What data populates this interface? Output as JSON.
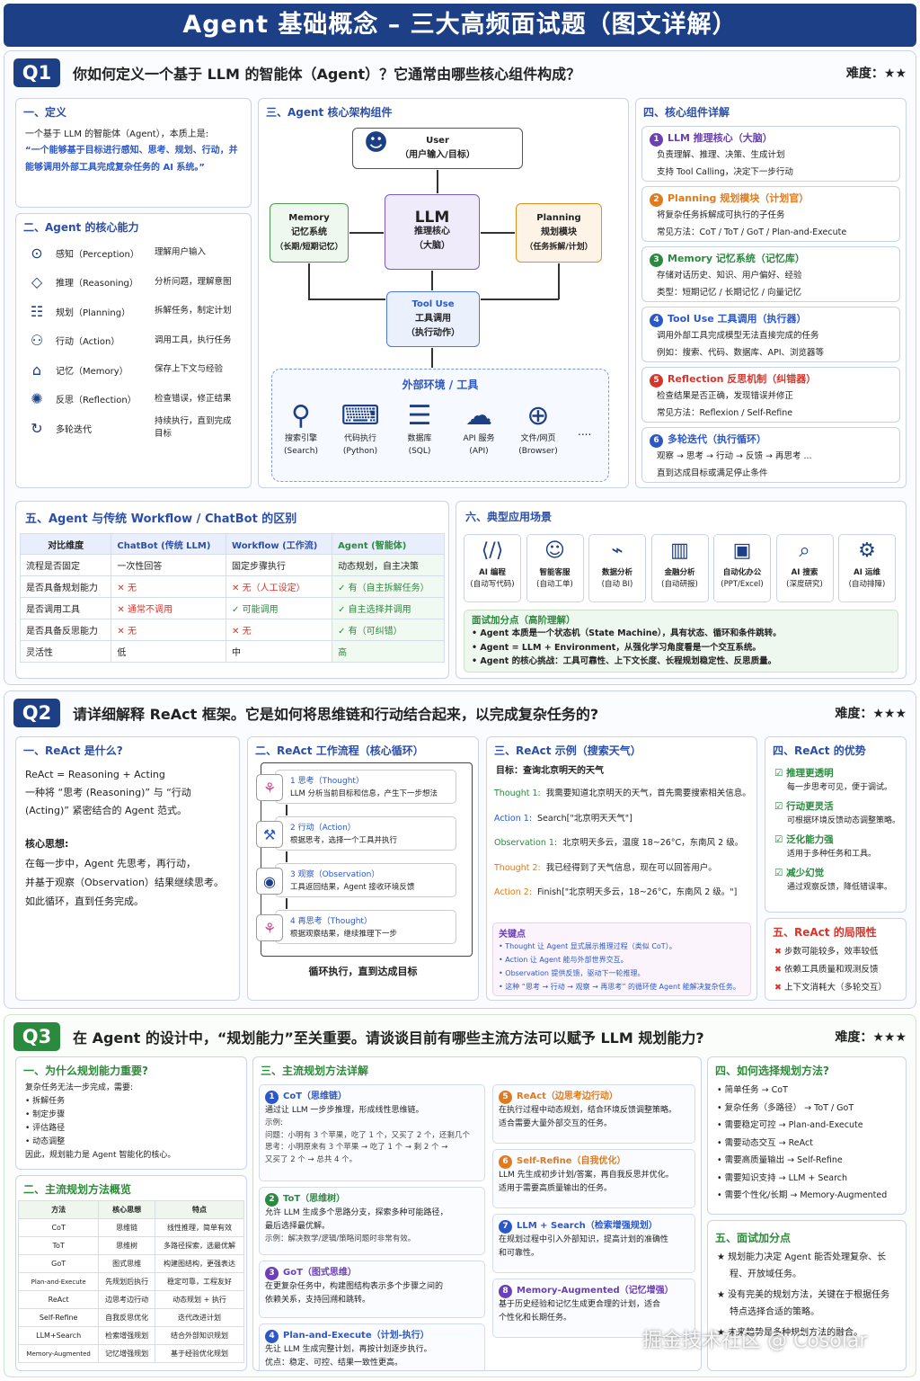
{
  "title": "Agent 基础概念 – 三大高频面试题（图文详解）",
  "colors": {
    "q1": "#1d3f86",
    "q3": "#2a8a3e",
    "accent": "#2b57c9",
    "red": "#d8342a"
  },
  "q1": {
    "badge": "Q1",
    "question": "你如何定义一个基于 LLM 的智能体（Agent）？它通常由哪些核心组件构成？",
    "difficulty": "难度：★★",
    "def": {
      "title": "一、定义",
      "line": "一个基于 LLM 的智能体（Agent），本质上是:",
      "quote": "“一个能够基于目标进行感知、思考、规划、行动，并能够调用外部工具完成复杂任务的 AI 系统。”"
    },
    "caps": {
      "title": "二、Agent 的核心能力",
      "items": [
        {
          "icon": "search-icon",
          "glyph": "⊙",
          "name": "感知（Perception）",
          "desc": "理解用户输入"
        },
        {
          "icon": "reasoning-icon",
          "glyph": "◇",
          "name": "推理（Reasoning）",
          "desc": "分析问题，理解意图"
        },
        {
          "icon": "planning-icon",
          "glyph": "☷",
          "name": "规划（Planning）",
          "desc": "拆解任务，制定计划"
        },
        {
          "icon": "action-icon",
          "glyph": "⚇",
          "name": "行动（Action）",
          "desc": "调用工具，执行任务"
        },
        {
          "icon": "memory-icon",
          "glyph": "⌂",
          "name": "记忆（Memory）",
          "desc": "保存上下文与经验"
        },
        {
          "icon": "reflection-icon",
          "glyph": "✺",
          "name": "反思（Reflection）",
          "desc": "检查错误，修正结果"
        },
        {
          "icon": "loop-icon",
          "glyph": "↻",
          "name": "多轮迭代",
          "desc": "持续执行，直到完成目标"
        }
      ]
    },
    "arch": {
      "title": "三、Agent 核心架构组件",
      "user": "User",
      "user2": "（用户输入/目标）",
      "llm": "LLM",
      "llm2": "推理核心",
      "llm3": "（大脑）",
      "mem": "Memory",
      "mem2": "记忆系统",
      "mem3": "（长期/短期记忆）",
      "plan": "Planning",
      "plan2": "规划模块",
      "plan3": "（任务拆解/计划）",
      "tool": "Tool Use",
      "tool2": "工具调用",
      "tool3": "（执行动作）",
      "env": "外部环境 / 工具",
      "more": "....",
      "tools": [
        {
          "icon": "search-engine-icon",
          "glyph": "⚲",
          "a": "搜索引擎",
          "b": "(Search)"
        },
        {
          "icon": "code-icon",
          "glyph": "⌨",
          "a": "代码执行",
          "b": "(Python)"
        },
        {
          "icon": "database-icon",
          "glyph": "☰",
          "a": "数据库",
          "b": "(SQL)"
        },
        {
          "icon": "cloud-icon",
          "glyph": "☁",
          "a": "API 服务",
          "b": "(API)"
        },
        {
          "icon": "globe-icon",
          "glyph": "⊕",
          "a": "文件/网页",
          "b": "(Browser)"
        }
      ]
    },
    "detail": {
      "title": "四、核心组件详解",
      "items": [
        {
          "n": "1",
          "title": "LLM 推理核心（大脑）",
          "color": "#6b3fb5",
          "l1": "负责理解、推理、决策、生成计划",
          "l2": "支持 Tool Calling，决定下一步行动"
        },
        {
          "n": "2",
          "title": "Planning 规划模块（计划官）",
          "color": "#e07a1f",
          "l1": "将复杂任务拆解成可执行的子任务",
          "l2": "常见方法：CoT / ToT / GoT / Plan-and-Execute"
        },
        {
          "n": "3",
          "title": "Memory 记忆系统（记忆库）",
          "color": "#2a8a3e",
          "l1": "存储对话历史、知识、用户偏好、经验",
          "l2": "类型：短期记忆 / 长期记忆 / 向量记忆"
        },
        {
          "n": "4",
          "title": "Tool Use 工具调用（执行器）",
          "color": "#2b57c9",
          "l1": "调用外部工具完成模型无法直接完成的任务",
          "l2": "例如：搜索、代码、数据库、API、浏览器等"
        },
        {
          "n": "5",
          "title": "Reflection 反思机制（纠错器）",
          "color": "#d8342a",
          "l1": "检查结果是否正确，发现错误并修正",
          "l2": "常见方法：Reflexion / Self-Refine"
        },
        {
          "n": "6",
          "title": "多轮迭代（执行循环）",
          "color": "#2b57c9",
          "l1": "观察 → 思考 → 行动 → 反馈 → 再思考 ...",
          "l2": "直到达成目标或满足停止条件"
        }
      ]
    },
    "cmp": {
      "title": "五、Agent 与传统 Workflow / ChatBot 的区别",
      "head": [
        "对比维度",
        "ChatBot (传统 LLM)",
        "Workflow (工作流)",
        "Agent (智能体)"
      ],
      "rows": [
        [
          "流程是否固定",
          "一次性回答",
          "固定步骤执行",
          "动态规划，自主决策"
        ],
        [
          "是否具备规划能力",
          "✕ 无",
          "✕ 无（人工设定）",
          "✓ 有（自主拆解任务）"
        ],
        [
          "是否调用工具",
          "✕ 通常不调用",
          "✓ 可能调用",
          "✓ 自主选择并调用"
        ],
        [
          "是否具备反思能力",
          "✕ 无",
          "✕ 无",
          "✓ 有（可纠错）"
        ],
        [
          "灵活性",
          "低",
          "中",
          "高"
        ]
      ]
    },
    "apps": {
      "title": "六、典型应用场景",
      "items": [
        {
          "icon": "code-icon",
          "glyph": "⟨/⟩",
          "a": "AI 编程",
          "b": "(自动写代码)"
        },
        {
          "icon": "service-icon",
          "glyph": "☺",
          "a": "智能客服",
          "b": "(自动工单)"
        },
        {
          "icon": "chart-icon",
          "glyph": "⌁",
          "a": "数据分析",
          "b": "(自动 BI)"
        },
        {
          "icon": "finance-icon",
          "glyph": "▥",
          "a": "金融分析",
          "b": "(自动研报)"
        },
        {
          "icon": "office-icon",
          "glyph": "▣",
          "a": "自动化办公",
          "b": "(PPT/Excel)"
        },
        {
          "icon": "ai-search-icon",
          "glyph": "⌕",
          "a": "AI 搜索",
          "b": "(深度研究)"
        },
        {
          "icon": "ops-icon",
          "glyph": "⚙",
          "a": "AI 运维",
          "b": "(自动排障)"
        }
      ],
      "bonus_title": "面试加分点（高阶理解）",
      "bonus": [
        "Agent 本质是一个状态机（State Machine），具有状态、循环和条件跳转。",
        "Agent = LLM + Environment，从强化学习角度看是一个交互系统。",
        "Agent 的核心挑战：工具可靠性、上下文长度、长程规划稳定性、反思质量。"
      ]
    }
  },
  "q2": {
    "badge": "Q2",
    "question": "请详细解释 ReAct 框架。它是如何将思维链和行动结合起来，以完成复杂任务的?",
    "difficulty": "难度：★★★",
    "what": {
      "title": "一、ReAct 是什么?",
      "l1": "ReAct = Reasoning + Acting",
      "l2": "一种将 “思考 (Reasoning)” 与 “行动 (Acting)” 紧密结合的 Agent 范式。",
      "core": "核心思想:",
      "c1": "在每一步中，Agent 先思考，再行动，",
      "c2": "并基于观察（Observation）结果继续思考。",
      "c3": "如此循环，直到任务完成。"
    },
    "flow": {
      "title": "二、ReAct 工作流程（核心循环）",
      "steps": [
        {
          "icon": "brain-icon",
          "glyph": "⚘",
          "t": "1 思考（Thought）",
          "d": "LLM 分析当前目标和信息，产生下一步想法"
        },
        {
          "icon": "wrench-icon",
          "glyph": "⚒",
          "t": "2 行动（Action）",
          "d": "根据思考，选择一个工具并执行"
        },
        {
          "icon": "eye-icon",
          "glyph": "◉",
          "t": "3 观察（Observation）",
          "d": "工具返回结果，Agent 接收环境反馈"
        },
        {
          "icon": "brain-icon",
          "glyph": "⚘",
          "t": "4 再思考（Thought）",
          "d": "根据观察结果，继续推理下一步"
        }
      ],
      "loop": "循环执行，直到达成目标"
    },
    "ex": {
      "title": "三、ReAct 示例（搜索天气）",
      "goal": "目标：查询北京明天的天气",
      "lines": [
        {
          "k": "Thought 1:",
          "v": "我需要知道北京明天的天气，首先需要搜索相关信息。",
          "c": "#2a8a3e"
        },
        {
          "k": "Action 1:",
          "v": "Search[\"北京明天天气\"]",
          "c": "#2b57c9"
        },
        {
          "k": "Observation 1:",
          "v": "北京明天多云，温度 18~26°C，东南风 2 级。",
          "c": "#2a8a3e"
        },
        {
          "k": "Thought 2:",
          "v": "我已经得到了天气信息，现在可以回答用户。",
          "c": "#e07a1f"
        },
        {
          "k": "Action 2:",
          "v": "Finish[\"北京明天多云，18~26°C，东南风 2 级。\"]",
          "c": "#e07a1f"
        }
      ],
      "key_title": "关键点",
      "keys": [
        "Thought 让 Agent 显式展示推理过程（类似 CoT）。",
        "Action 让 Agent 能与外部世界交互。",
        "Observation 提供反馈，驱动下一轮推理。",
        "这种 “思考 → 行动 → 观察 → 再思考” 的循环使 Agent 能解决复杂任务。"
      ]
    },
    "pros": {
      "title": "四、ReAct 的优势",
      "items": [
        {
          "t": "推理更透明",
          "d": "每一步思考可见，便于调试。"
        },
        {
          "t": "行动更灵活",
          "d": "可根据环境反馈动态调整策略。"
        },
        {
          "t": "泛化能力强",
          "d": "适用于多种任务和工具。"
        },
        {
          "t": "减少幻觉",
          "d": "通过观察反馈，降低错误率。"
        }
      ]
    },
    "cons": {
      "title": "五、ReAct 的局限性",
      "items": [
        "步数可能较多，效率较低",
        "依赖工具质量和观测反馈",
        "上下文消耗大（多轮交互）"
      ]
    }
  },
  "q3": {
    "badge": "Q3",
    "question": "在 Agent 的设计中，“规划能力”至关重要。请谈谈目前有哪些主流方法可以赋予 LLM 规划能力?",
    "difficulty": "难度：★★★",
    "why": {
      "title": "一、为什么规划能力重要?",
      "l1": "复杂任务无法一步完成，需要:",
      "items": [
        "拆解任务",
        "制定步骤",
        "评估路径",
        "动态调整"
      ],
      "end": "因此，规划能力是 Agent 智能化的核心。"
    },
    "ov": {
      "title": "二、主流规划方法概览",
      "head": [
        "方法",
        "核心思想",
        "特点"
      ],
      "rows": [
        [
          "CoT",
          "思维链",
          "线性推理，简单有效"
        ],
        [
          "ToT",
          "思维树",
          "多路径探索，选最优解"
        ],
        [
          "GoT",
          "图式思维",
          "构建图结构，更强表达"
        ],
        [
          "Plan-and-Execute",
          "先规划后执行",
          "稳定可靠，工程友好"
        ],
        [
          "ReAct",
          "边思考边行动",
          "动态规划 + 执行"
        ],
        [
          "Self-Refine",
          "自我反思优化",
          "迭代改进计划"
        ],
        [
          "LLM+Search",
          "检索增强规划",
          "结合外部知识规划"
        ],
        [
          "Memory-Augmented",
          "记忆增强规划",
          "基于经验优化规划"
        ]
      ]
    },
    "methods": {
      "title": "三、主流规划方法详解",
      "left": [
        {
          "n": "1",
          "c": "#2b57c9",
          "t": "CoT（思维链）",
          "d": "通过让 LLM 一步步推理，形成线性思维链。",
          "ex": "示例:",
          "e1": "问题：小明有 3 个苹果，吃了 1 个，又买了 2 个，还剩几个",
          "e2": "思考：小明原来有 3 个苹果 → 吃了 1 个 → 剩 2 个 →",
          "e3": "又买了 2 个 → 总共 4 个。"
        },
        {
          "n": "2",
          "c": "#2a8a3e",
          "t": "ToT（思维树）",
          "d": "允许 LLM 生成多个思路分支，探索多种可能路径，",
          "d2": "最后选择最优解。",
          "ex": "示例：解决数学/逻辑/策略问题时非常有效。"
        },
        {
          "n": "3",
          "c": "#6b3fb5",
          "t": "GoT（图式思维）",
          "d": "在更复杂任务中，构建图结构表示多个步骤之间的",
          "d2": "依赖关系，支持回溯和跳转。"
        },
        {
          "n": "4",
          "c": "#2b57c9",
          "t": "Plan-and-Execute（计划-执行）",
          "d": "先让 LLM 生成完整计划，再按计划逐步执行。",
          "d2": "优点：稳定、可控、结果一致性更高。"
        }
      ],
      "right": [
        {
          "n": "5",
          "c": "#e07a1f",
          "t": "ReAct（边思考边行动）",
          "d": "在执行过程中动态规划，结合环境反馈调整策略。",
          "d2": "适合需要大量外部交互的任务。"
        },
        {
          "n": "6",
          "c": "#e07a1f",
          "t": "Self-Refine（自我优化）",
          "d": "LLM 先生成初步计划/答案，再自我反思并优化。",
          "d2": "适用于需要高质量输出的任务。"
        },
        {
          "n": "7",
          "c": "#2b57c9",
          "t": "LLM + Search（检索增强规划）",
          "d": "在规划过程中引入外部知识，提高计划的准确性",
          "d2": "和可靠性。"
        },
        {
          "n": "8",
          "c": "#6b3fb5",
          "t": "Memory-Augmented（记忆增强）",
          "d": "基于历史经验和记忆生成更合理的计划，适合",
          "d2": "个性化和长期任务。"
        }
      ]
    },
    "choose": {
      "title": "四、如何选择规划方法?",
      "items": [
        "简单任务 → CoT",
        "复杂任务（多路径） → ToT / GoT",
        "需要稳定可控 → Plan-and-Execute",
        "需要动态交互 → ReAct",
        "需要高质量输出 → Self-Refine",
        "需要知识支持 → LLM + Search",
        "需要个性化/长期 → Memory-Augmented"
      ]
    },
    "bonus": {
      "title": "五、面试加分点",
      "items": [
        "规划能力决定 Agent 能否处理复杂、长程、开放域任务。",
        "没有完美的规划方法，关键在于根据任务特点选择合适的策略。",
        "未来趋势是多种规划方法的融合。"
      ]
    }
  },
  "watermark": "掘金技术社区 @ Cosolar"
}
